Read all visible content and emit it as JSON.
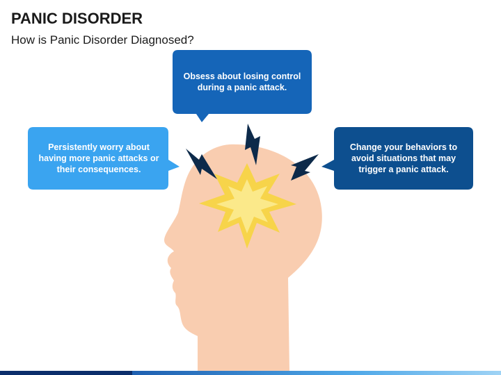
{
  "header": {
    "title": "PANIC DISORDER",
    "subtitle": "How is Panic Disorder Diagnosed?"
  },
  "bubbles": {
    "top": {
      "text": "Obsess about losing control during a panic attack.",
      "color": "#1565b8"
    },
    "left": {
      "text": "Persistently worry about having more panic attacks or their consequences.",
      "color": "#3aa4f0"
    },
    "right": {
      "text": "Change your behaviors to avoid situations that may trigger a panic attack.",
      "color": "#0d4f8f"
    }
  },
  "colors": {
    "head": "#f9cdb0",
    "burst_outer": "#f7d44a",
    "burst_inner": "#fbe98a",
    "lightning": "#0d2a4a"
  },
  "icons": [
    "head-silhouette-icon",
    "explosion-burst-icon",
    "lightning-bolt-icon"
  ]
}
